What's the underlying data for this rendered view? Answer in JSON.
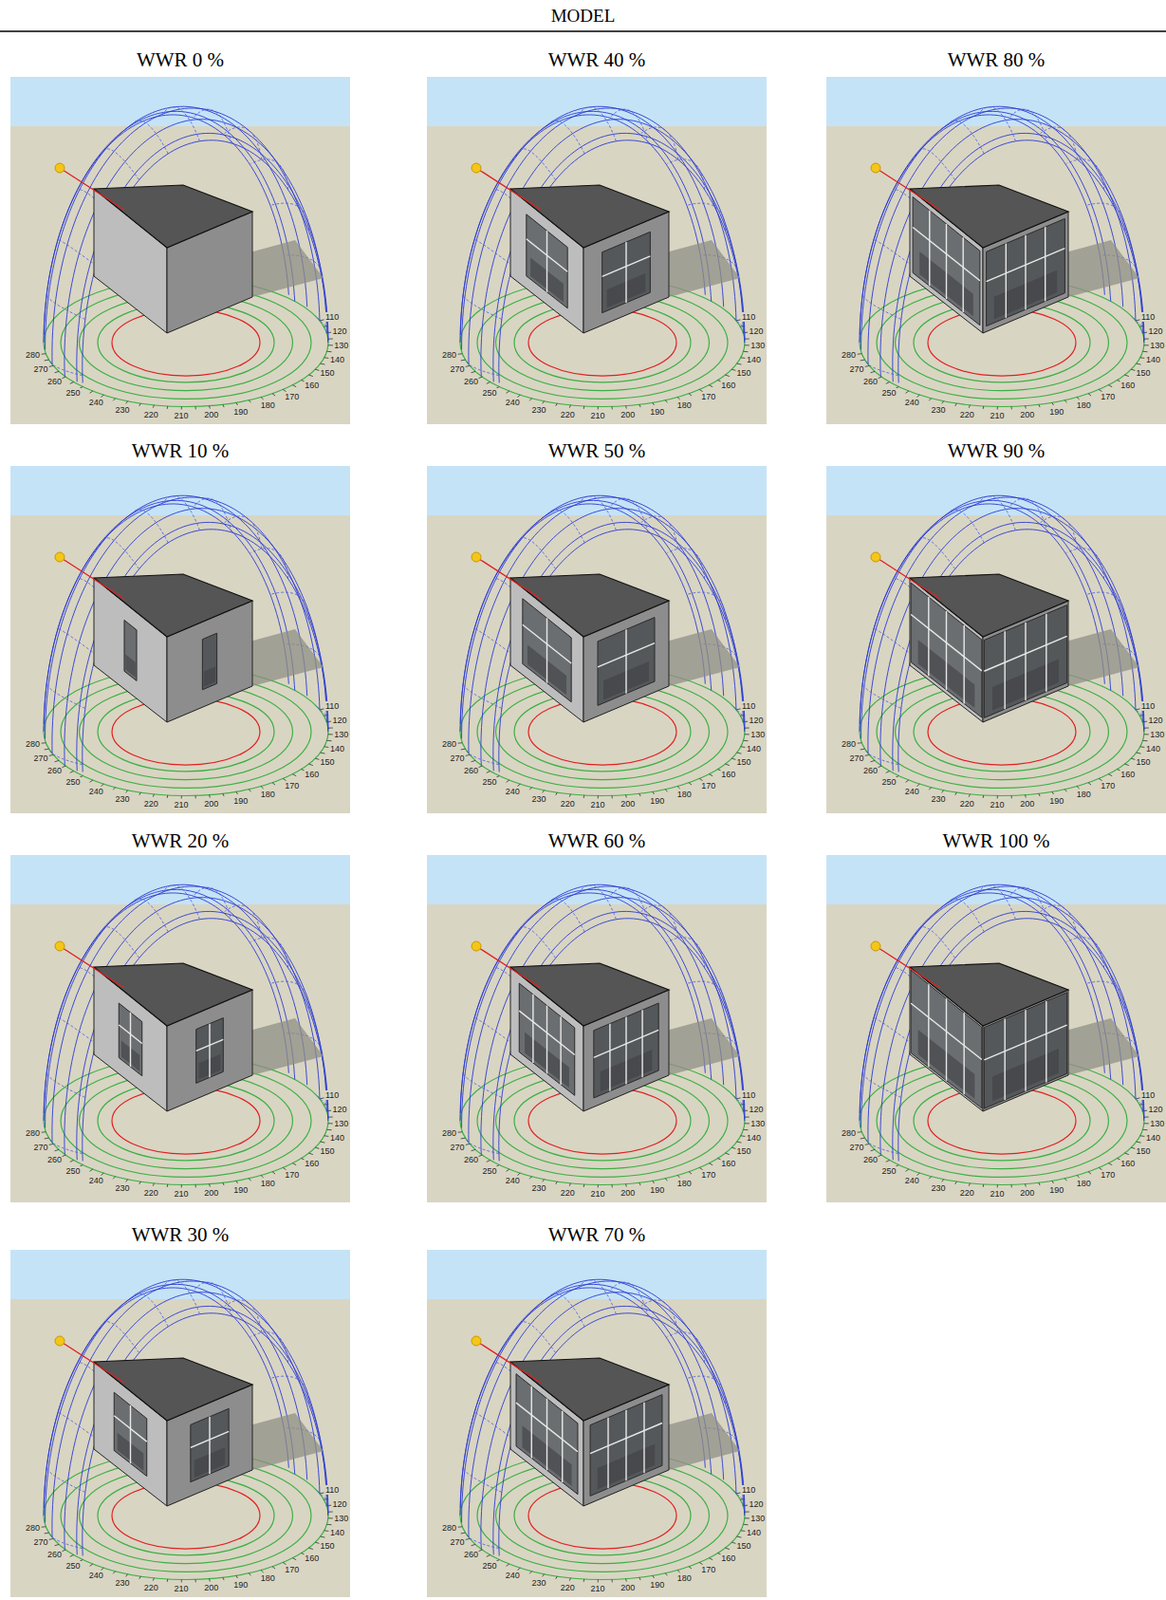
{
  "diagram": {
    "title": "MODEL",
    "nodes": [
      {
        "text": [
          "WWR 0 %",
          "110",
          "120",
          "130",
          "140",
          "150",
          "160",
          "170",
          "180",
          "190",
          "200",
          "210",
          "220",
          "230",
          "240",
          "250",
          "260",
          "270",
          "280"
        ]
      },
      {
        "text": [
          "WWR 10 %",
          "110",
          "120",
          "130",
          "140",
          "150",
          "160",
          "170",
          "180",
          "190",
          "200",
          "210",
          "220",
          "230",
          "240",
          "250",
          "260",
          "270",
          "280"
        ]
      },
      {
        "text": [
          "WWR 20 %",
          "110",
          "120",
          "130",
          "140",
          "150",
          "160",
          "170",
          "180",
          "190",
          "200",
          "210",
          "220",
          "230",
          "240",
          "250",
          "260",
          "270",
          "280"
        ]
      },
      {
        "text": [
          "WWR 30 %",
          "110",
          "120",
          "130",
          "140",
          "150",
          "160",
          "170",
          "180",
          "190",
          "200",
          "210",
          "220",
          "230",
          "240",
          "250",
          "260",
          "270",
          "280"
        ]
      },
      {
        "text": [
          "WWR 40 %",
          "110",
          "120",
          "130",
          "140",
          "150",
          "160",
          "170",
          "180",
          "190",
          "200",
          "210",
          "220",
          "230",
          "240",
          "250",
          "260",
          "270",
          "280"
        ]
      },
      {
        "text": [
          "WWR 50 %",
          "110",
          "120",
          "130",
          "140",
          "150",
          "160",
          "170",
          "180",
          "190",
          "200",
          "210",
          "220",
          "230",
          "240",
          "250",
          "260",
          "270",
          "280"
        ]
      },
      {
        "text": [
          "WWR 60 %",
          "110",
          "120",
          "130",
          "140",
          "150",
          "160",
          "170",
          "180",
          "190",
          "200",
          "210",
          "220",
          "230",
          "240",
          "250",
          "260",
          "270",
          "280"
        ]
      },
      {
        "text": [
          "WWR 70 %",
          "110",
          "120",
          "130",
          "140",
          "150",
          "160",
          "170",
          "180",
          "190",
          "200",
          "210",
          "220",
          "230",
          "240",
          "250",
          "260",
          "270",
          "280"
        ]
      },
      {
        "text": [
          "WWR 80 %",
          "110",
          "120",
          "130",
          "140",
          "150",
          "160",
          "170",
          "180",
          "190",
          "200",
          "210",
          "220",
          "230",
          "240",
          "250",
          "260",
          "270",
          "280"
        ]
      },
      {
        "text": [
          "WWR 90 %",
          "110",
          "120",
          "130",
          "140",
          "150",
          "160",
          "170",
          "180",
          "190",
          "200",
          "210",
          "220",
          "230",
          "240",
          "250",
          "260",
          "270",
          "280"
        ]
      },
      {
        "text": [
          "WWR 100 %",
          "110",
          "120",
          "130",
          "140",
          "150",
          "160",
          "170",
          "180",
          "190",
          "200",
          "210",
          "220",
          "230",
          "240",
          "250",
          "260",
          "270",
          "280"
        ]
      }
    ]
  }
}
